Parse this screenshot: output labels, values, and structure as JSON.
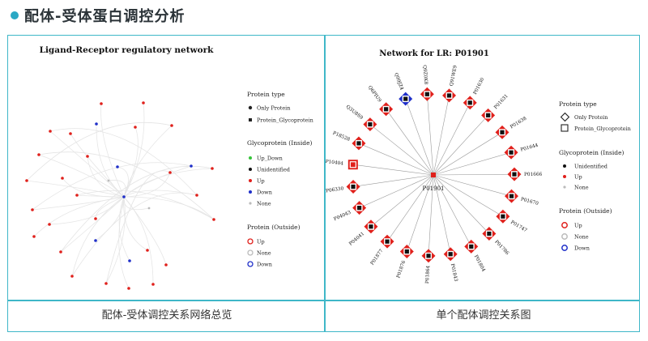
{
  "page": {
    "title": "配体-受体蛋白调控分析"
  },
  "left_panel": {
    "title": "Ligand-Receptor regulatory network",
    "caption": "配体-受体调控关系网络总览",
    "legend": {
      "protein_type": {
        "title": "Protein type",
        "items": [
          "Only Protein",
          "Protein_Glycoprotein"
        ]
      },
      "glycoprotein": {
        "title": "Glycoprotein (Inside)",
        "items": [
          "Up_Down",
          "Unidentified",
          "Up",
          "Down",
          "None"
        ]
      },
      "protein_outside": {
        "title": "Protein (Outside)",
        "items": [
          "Up",
          "None",
          "Down"
        ]
      }
    }
  },
  "right_panel": {
    "title": "Network for LR: P01901",
    "caption": "单个配体调控关系图",
    "center_label": "P01901",
    "nodes": [
      "P01630",
      "P01631",
      "P01638",
      "P01644",
      "P01666",
      "P01670",
      "P01747",
      "P01786",
      "P01804",
      "P01843",
      "P01864",
      "P01876",
      "P01877",
      "P04041",
      "P04043",
      "P06330",
      "P10404",
      "P18528",
      "Q3U8S9",
      "Q6PIU9",
      "Q91WE9",
      "Q99JZ4",
      "Q9Z0K8"
    ],
    "legend": {
      "protein_type": {
        "title": "Protein type",
        "items": [
          "Only Protein",
          "Protein_Glycoprotein"
        ]
      },
      "glycoprotein": {
        "title": "Glycoprotein (Inside)",
        "items": [
          "Unidentified",
          "Up",
          "None"
        ]
      },
      "protein_outside": {
        "title": "Protein (Outside)",
        "items": [
          "Up",
          "None",
          "Down"
        ]
      }
    }
  },
  "colors": {
    "accent": "#3fb7c8",
    "up": "#e0201b",
    "down": "#1f2fc9",
    "unidentified": "#111111",
    "none": "#bbbbbb",
    "up_down": "#35c43a"
  }
}
